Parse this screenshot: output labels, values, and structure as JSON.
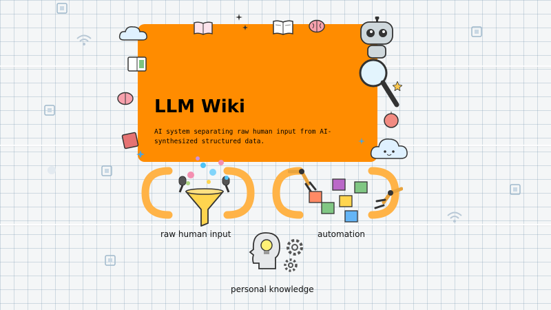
{
  "title": "LLM Wiki",
  "subtitle": "AI system separating raw human input from AI-synthesized structured data.",
  "labels": {
    "raw_input": "raw human input",
    "automation": "automation",
    "personal_knowledge": "personal knowledge"
  },
  "colors": {
    "card": "#ff8c00",
    "accent_orange": "#ffb347",
    "paper": "#f4f6f7"
  },
  "icons": [
    "funnel-icon",
    "microphone-icon",
    "robot-arm-icon",
    "cubes-icon",
    "head-lightbulb-icon",
    "gears-icon",
    "robot-icon",
    "magnifier-icon",
    "book-icon",
    "brain-icon",
    "cloud-icon",
    "star-icon",
    "wifi-icon",
    "chip-icon"
  ]
}
